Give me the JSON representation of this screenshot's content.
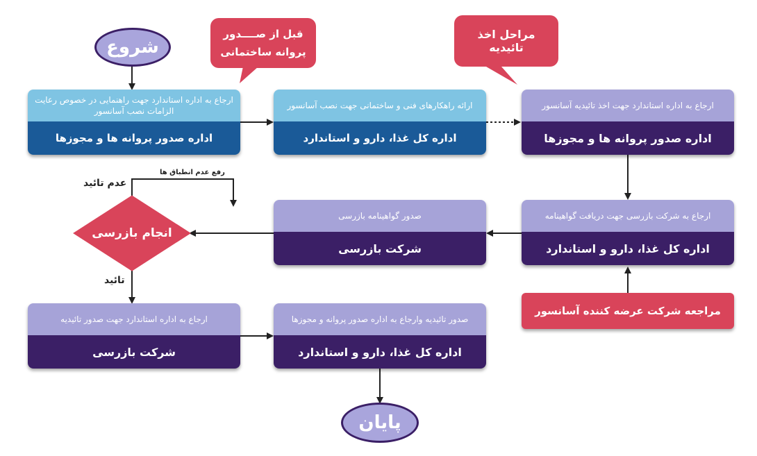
{
  "start_label": "شروع",
  "end_label": "پایان",
  "bubbles": {
    "before_permit": "قبل از صــــدور پروانه ساختمانی",
    "approval_steps": "مراحل اخذ تائیدیه"
  },
  "steps": {
    "step1": {
      "top": "ارجاع به اداره استاندارد جهت راهنمایی در خصوص رعایت الزامات نصب آسانسور",
      "bottom": "اداره صدور پروانه ها و مجوزها"
    },
    "step2": {
      "top": "ارائه راهکارهای فنی و ساختمانی جهت نصب آسانسور",
      "bottom": "اداره کل غذا، دارو و استاندارد"
    },
    "step3": {
      "top": "ارجاع به اداره استاندارد جهت اخذ تائیدیه آسانسور",
      "bottom": "اداره صدور پروانه ها و مجوزها"
    },
    "step4": {
      "top": "ارجاع به شرکت بازرسی جهت دریافت گواهینامه",
      "bottom": "اداره کل غذا، دارو و استاندارد"
    },
    "step5": {
      "top": "صدور گواهینامه بازرسی",
      "bottom": "شرکت بازرسی"
    },
    "step6": {
      "top": "ارجاع به اداره استاندارد جهت صدور تائیدیه",
      "bottom": "شرکت بازرسی"
    },
    "step7": {
      "top": "صدور تائیدیه وارجاع به اداره صدور پروانه و مجوزها",
      "bottom": "اداره کل غذا، دارو و استاندارد"
    }
  },
  "decision": {
    "label": "انجام بازرسی",
    "reject": "عدم تائید",
    "approve": "تائید",
    "fix_nonconformity": "رفع عدم انطباق ها"
  },
  "supplier_box": "مراجعه شرکت عرضه کننده آسانسور",
  "colors": {
    "blue_top": "#7fc4e3",
    "blue_bottom": "#1a5a98",
    "purple_top": "#a6a3d8",
    "purple_bottom": "#3b1f66",
    "red": "#d9445a"
  }
}
